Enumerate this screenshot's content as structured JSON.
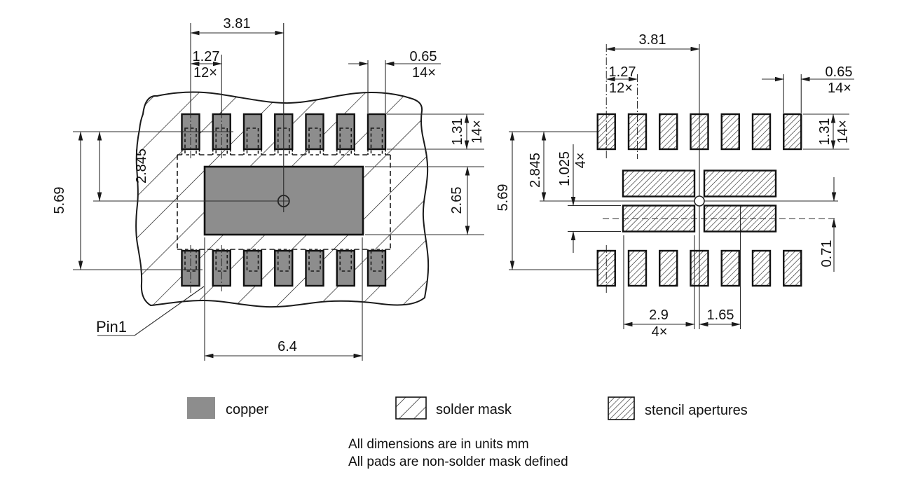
{
  "left_view": {
    "dims": {
      "span": "3.81",
      "pitch": "1.27",
      "pitch_count": "12×",
      "pad_width": "0.65",
      "pad_width_count": "14×",
      "pad_height": "1.31",
      "pad_height_count": "14×",
      "thermal_height": "2.65",
      "center_offset": "2.845",
      "row_span": "5.69",
      "thermal_width": "6.4",
      "pin1_label": "Pin1"
    }
  },
  "right_view": {
    "dims": {
      "span": "3.81",
      "pitch": "1.27",
      "pitch_count": "12×",
      "pad_width": "0.65",
      "pad_width_count": "14×",
      "pad_height": "1.31",
      "pad_height_count": "14×",
      "center_offset": "2.845",
      "aperture_height": "1.025",
      "aperture_height_count": "4×",
      "row_span": "5.69",
      "aperture_offset_y": "0.71",
      "aperture_width": "2.9",
      "aperture_width_count": "4×",
      "aperture_offset_x": "1.65"
    }
  },
  "legend": {
    "copper": "copper",
    "solder_mask": "solder mask",
    "stencil": "stencil apertures"
  },
  "notes": {
    "line1": "All dimensions are in units mm",
    "line2": "All pads are non-solder mask defined"
  },
  "colors": {
    "copper_fill": "#8d8d8d",
    "line": "#1a1a1a"
  }
}
